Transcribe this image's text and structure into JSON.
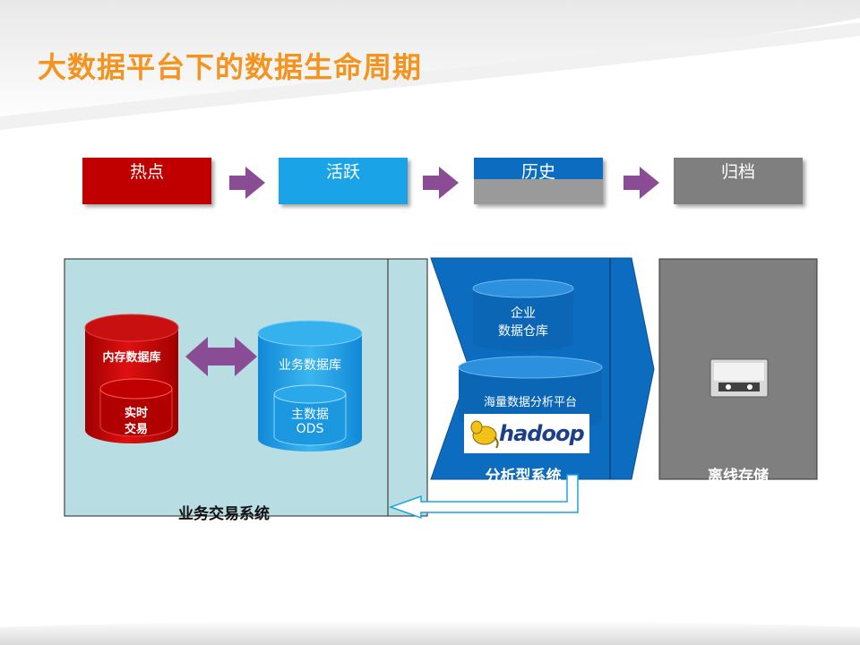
{
  "title": "大数据平台下的数据生命周期",
  "stages": [
    {
      "label": "热点",
      "color": "#c00000"
    },
    {
      "label": "活跃",
      "color": "#1aa3e6"
    },
    {
      "label": "历史",
      "color": "#0c6cc0"
    },
    {
      "label": "归档",
      "color": "#7f7f7f"
    }
  ],
  "stage_arrow_color": "#8b4c96",
  "business": {
    "label": "业务交易系统",
    "memory_db": "内存数据库",
    "realtime": [
      "实时",
      "交易"
    ],
    "business_db": "业务数据库",
    "master": [
      "主数据",
      "ODS"
    ]
  },
  "analytics": {
    "label": "分析型系统",
    "warehouse": [
      "企业",
      "数据仓库"
    ],
    "mass_platform": "海量数据分析平台",
    "hadoop_logo": "hadoop"
  },
  "offline": {
    "label": "离线存储"
  }
}
